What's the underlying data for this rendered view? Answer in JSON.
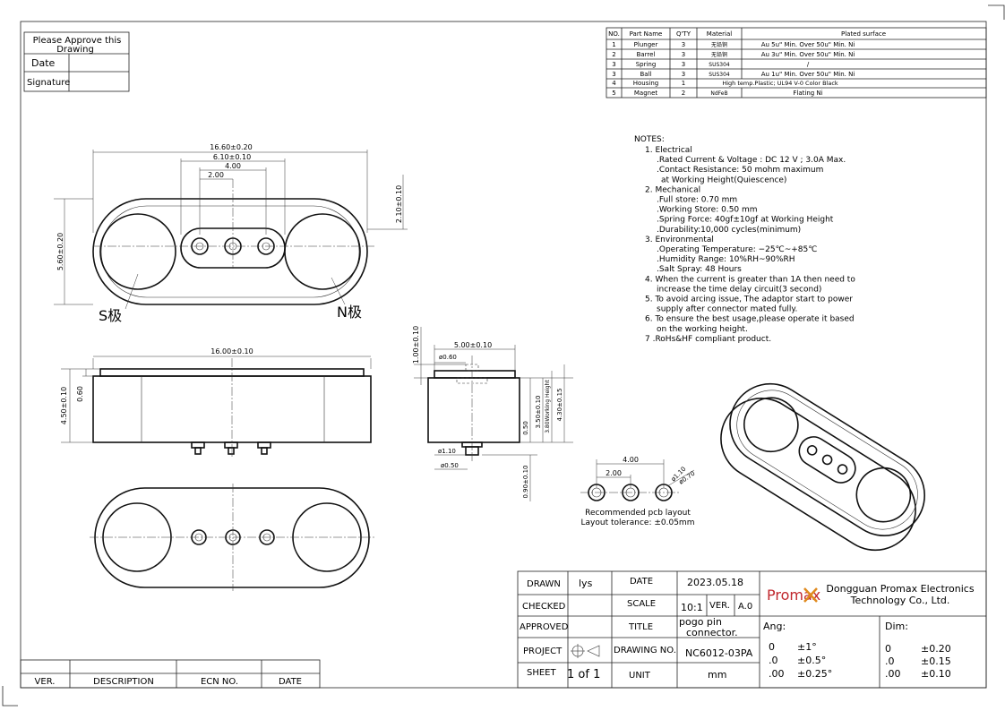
{
  "approval": {
    "title_line1": "Please Approve this",
    "title_line2": "Drawing",
    "date_label": "Date",
    "signature_label": "Signature"
  },
  "bom": {
    "headers": [
      "NO.",
      "Part Name",
      "Q'TY",
      "Material",
      "Plated surface"
    ],
    "rows": [
      {
        "no": "1",
        "part": "Plunger",
        "qty": "3",
        "material": "无铅铜",
        "plated": "Au 5u\" Min. Over 50u\" Min. Ni"
      },
      {
        "no": "2",
        "part": "Barrel",
        "qty": "3",
        "material": "无铅铜",
        "plated": "Au 3u\" Min. Over 50u\" Min. Ni"
      },
      {
        "no": "3",
        "part": "Spring",
        "qty": "3",
        "material": "SUS304",
        "plated": "/"
      },
      {
        "no": "3",
        "part": "Ball",
        "qty": "3",
        "material": "SUS304",
        "plated": "Au 1u\" Min. Over 50u\" Min. Ni"
      },
      {
        "no": "4",
        "part": "Housing",
        "qty": "1",
        "material": "High temp.Plastic; UL94 V-0 Color Black",
        "plated": ""
      },
      {
        "no": "5",
        "part": "Magnet",
        "qty": "2",
        "material": "NdFeB",
        "plated": "Flating Ni"
      }
    ]
  },
  "notes": {
    "title": "NOTES:",
    "lines": [
      "1. Electrical",
      ".Rated Current & Voltage : DC 12 V ; 3.0A Max.",
      ".Contact Resistance: 50 mohm maximum",
      "at Working Height(Quiescence)",
      "2. Mechanical",
      ".Full store: 0.70 mm",
      ".Working Store: 0.50 mm",
      ".Spring Force: 40gf±10gf at Working Height",
      ".Durability:10,000 cycles(minimum)",
      "3. Environmental",
      ".Operating Temperature: −25℃~+85℃",
      ".Humidity Range: 10%RH~90%RH",
      ".Salt Spray: 48 Hours",
      "4. When the current is greater than 1A then need to",
      "increase the time delay circuit(3 second)",
      "5. To avoid arcing issue, The adaptor start to power",
      "supply after connector mated fully.",
      "6. To ensure the best usage,please operate it based",
      "on the working height.",
      "7 .RoHs&HF compliant product."
    ]
  },
  "dims": {
    "top_total": "16.60±0.20",
    "top_pins": "6.10±0.10",
    "top_pitch2": "4.00",
    "top_pitch1": "2.00",
    "top_height": "5.60±0.20",
    "pin_height": "2.10±0.10",
    "s_pole": "S极",
    "n_pole": "N极",
    "front_width": "16.00±0.10",
    "front_height": "4.50±0.10",
    "front_step": "0.60",
    "side_width": "5.00±0.10",
    "side_dia": "ø0.60",
    "side_top": "1.00±0.10",
    "side_h1": "0.50",
    "side_h2": "3.50±0.10",
    "side_h3": "3.80Working Height",
    "side_h4": "4.30±0.15",
    "side_d1": "ø1.10",
    "side_d2": "ø0.50",
    "side_bottom": "0.90±0.10",
    "pcb_pitch2": "4.00",
    "pcb_pitch1": "2.00",
    "pcb_d1": "ø1.10",
    "pcb_d2": "ø0.70",
    "pcb_note1": "Recommended pcb layout",
    "pcb_note2": "Layout tolerance: ±0.05mm"
  },
  "title_block": {
    "drawn_label": "DRAWN",
    "drawn_value": "lys",
    "date_label": "DATE",
    "date_value": "2023.05.18",
    "checked_label": "CHECKED",
    "scale_label": "SCALE",
    "scale_value": "10:1",
    "ver_label": "VER.",
    "ver_value": "A.0",
    "approved_label": "APPROVED",
    "title_label": "TITLE",
    "title_value1": "pogo pin",
    "title_value2": "connector.",
    "project_label": "PROJECT",
    "drawing_no_label": "DRAWING NO.",
    "drawing_no_value": "NC6012-03PA",
    "sheet_label": "SHEET",
    "sheet_value": "1 of 1",
    "unit_label": "UNIT",
    "unit_value": "mm",
    "logo_text": "Promax",
    "company_line1": "Dongguan Promax Electronics",
    "company_line2": "Technology Co., Ltd.",
    "ang_label": "Ang:",
    "ang_rows": [
      [
        "0",
        "±1°"
      ],
      [
        ".0",
        "±0.5°"
      ],
      [
        ".00",
        "±0.25°"
      ]
    ],
    "dim_label": "Dim:",
    "dim_rows": [
      [
        "0",
        "±0.20"
      ],
      [
        ".0",
        "±0.15"
      ],
      [
        ".00",
        "±0.10"
      ]
    ]
  },
  "revision": {
    "headers": [
      "VER.",
      "DESCRIPTION",
      "ECN NO.",
      "DATE"
    ]
  }
}
